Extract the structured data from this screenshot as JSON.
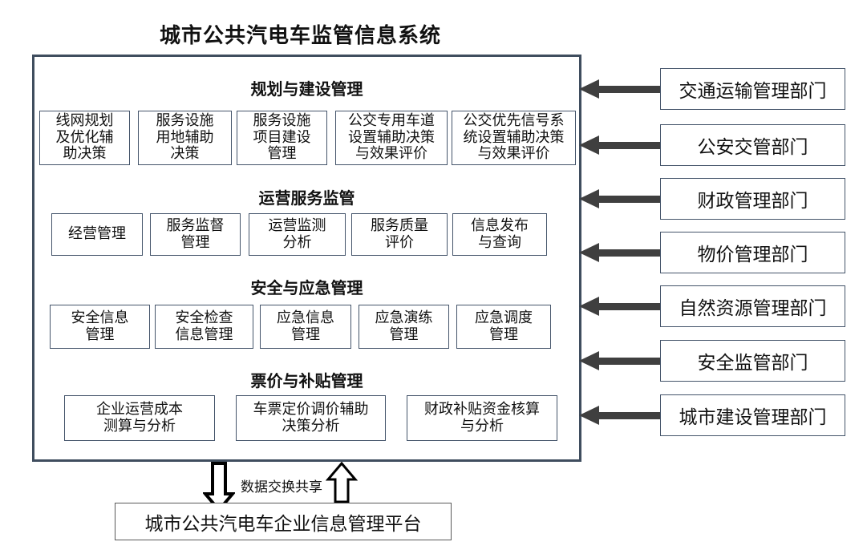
{
  "title": "城市公共汽电车监管信息系统",
  "colors": {
    "outer_border": "#3f4d5e",
    "sub_box_border": "#44546a",
    "arrow": "#3f3f3f",
    "platform_border": "#595959",
    "text": "#111111"
  },
  "system": {
    "sections": [
      {
        "title": "规划与建设管理",
        "items": [
          "线网规划\n及优化辅\n助决策",
          "服务设施\n用地辅助\n决策",
          "服务设施\n项目建设\n管理",
          "公交专用车道\n设置辅助决策\n与效果评价",
          "公交优先信号系\n统设置辅助决策\n与效果评价"
        ]
      },
      {
        "title": "运营服务监管",
        "items": [
          "经营管理",
          "服务监督\n管理",
          "运营监测\n分析",
          "服务质量\n评价",
          "信息发布\n与查询"
        ]
      },
      {
        "title": "安全与应急管理",
        "items": [
          "安全信息\n管理",
          "安全检查\n信息管理",
          "应急信息\n管理",
          "应急演练\n管理",
          "应急调度\n管理"
        ]
      },
      {
        "title": "票价与补贴管理",
        "items": [
          "企业运营成本\n测算与分析",
          "车票定价调价辅助\n决策分析",
          "财政补贴资金核算\n与分析"
        ]
      }
    ]
  },
  "departments": [
    "交通运输管理部门",
    "公安交管部门",
    "财政管理部门",
    "物价管理部门",
    "自然资源管理部门",
    "安全监管部门",
    "城市建设管理部门"
  ],
  "bottom": {
    "exchange_label": "数据交换共享",
    "platform": "城市公共汽电车企业信息管理平台"
  }
}
